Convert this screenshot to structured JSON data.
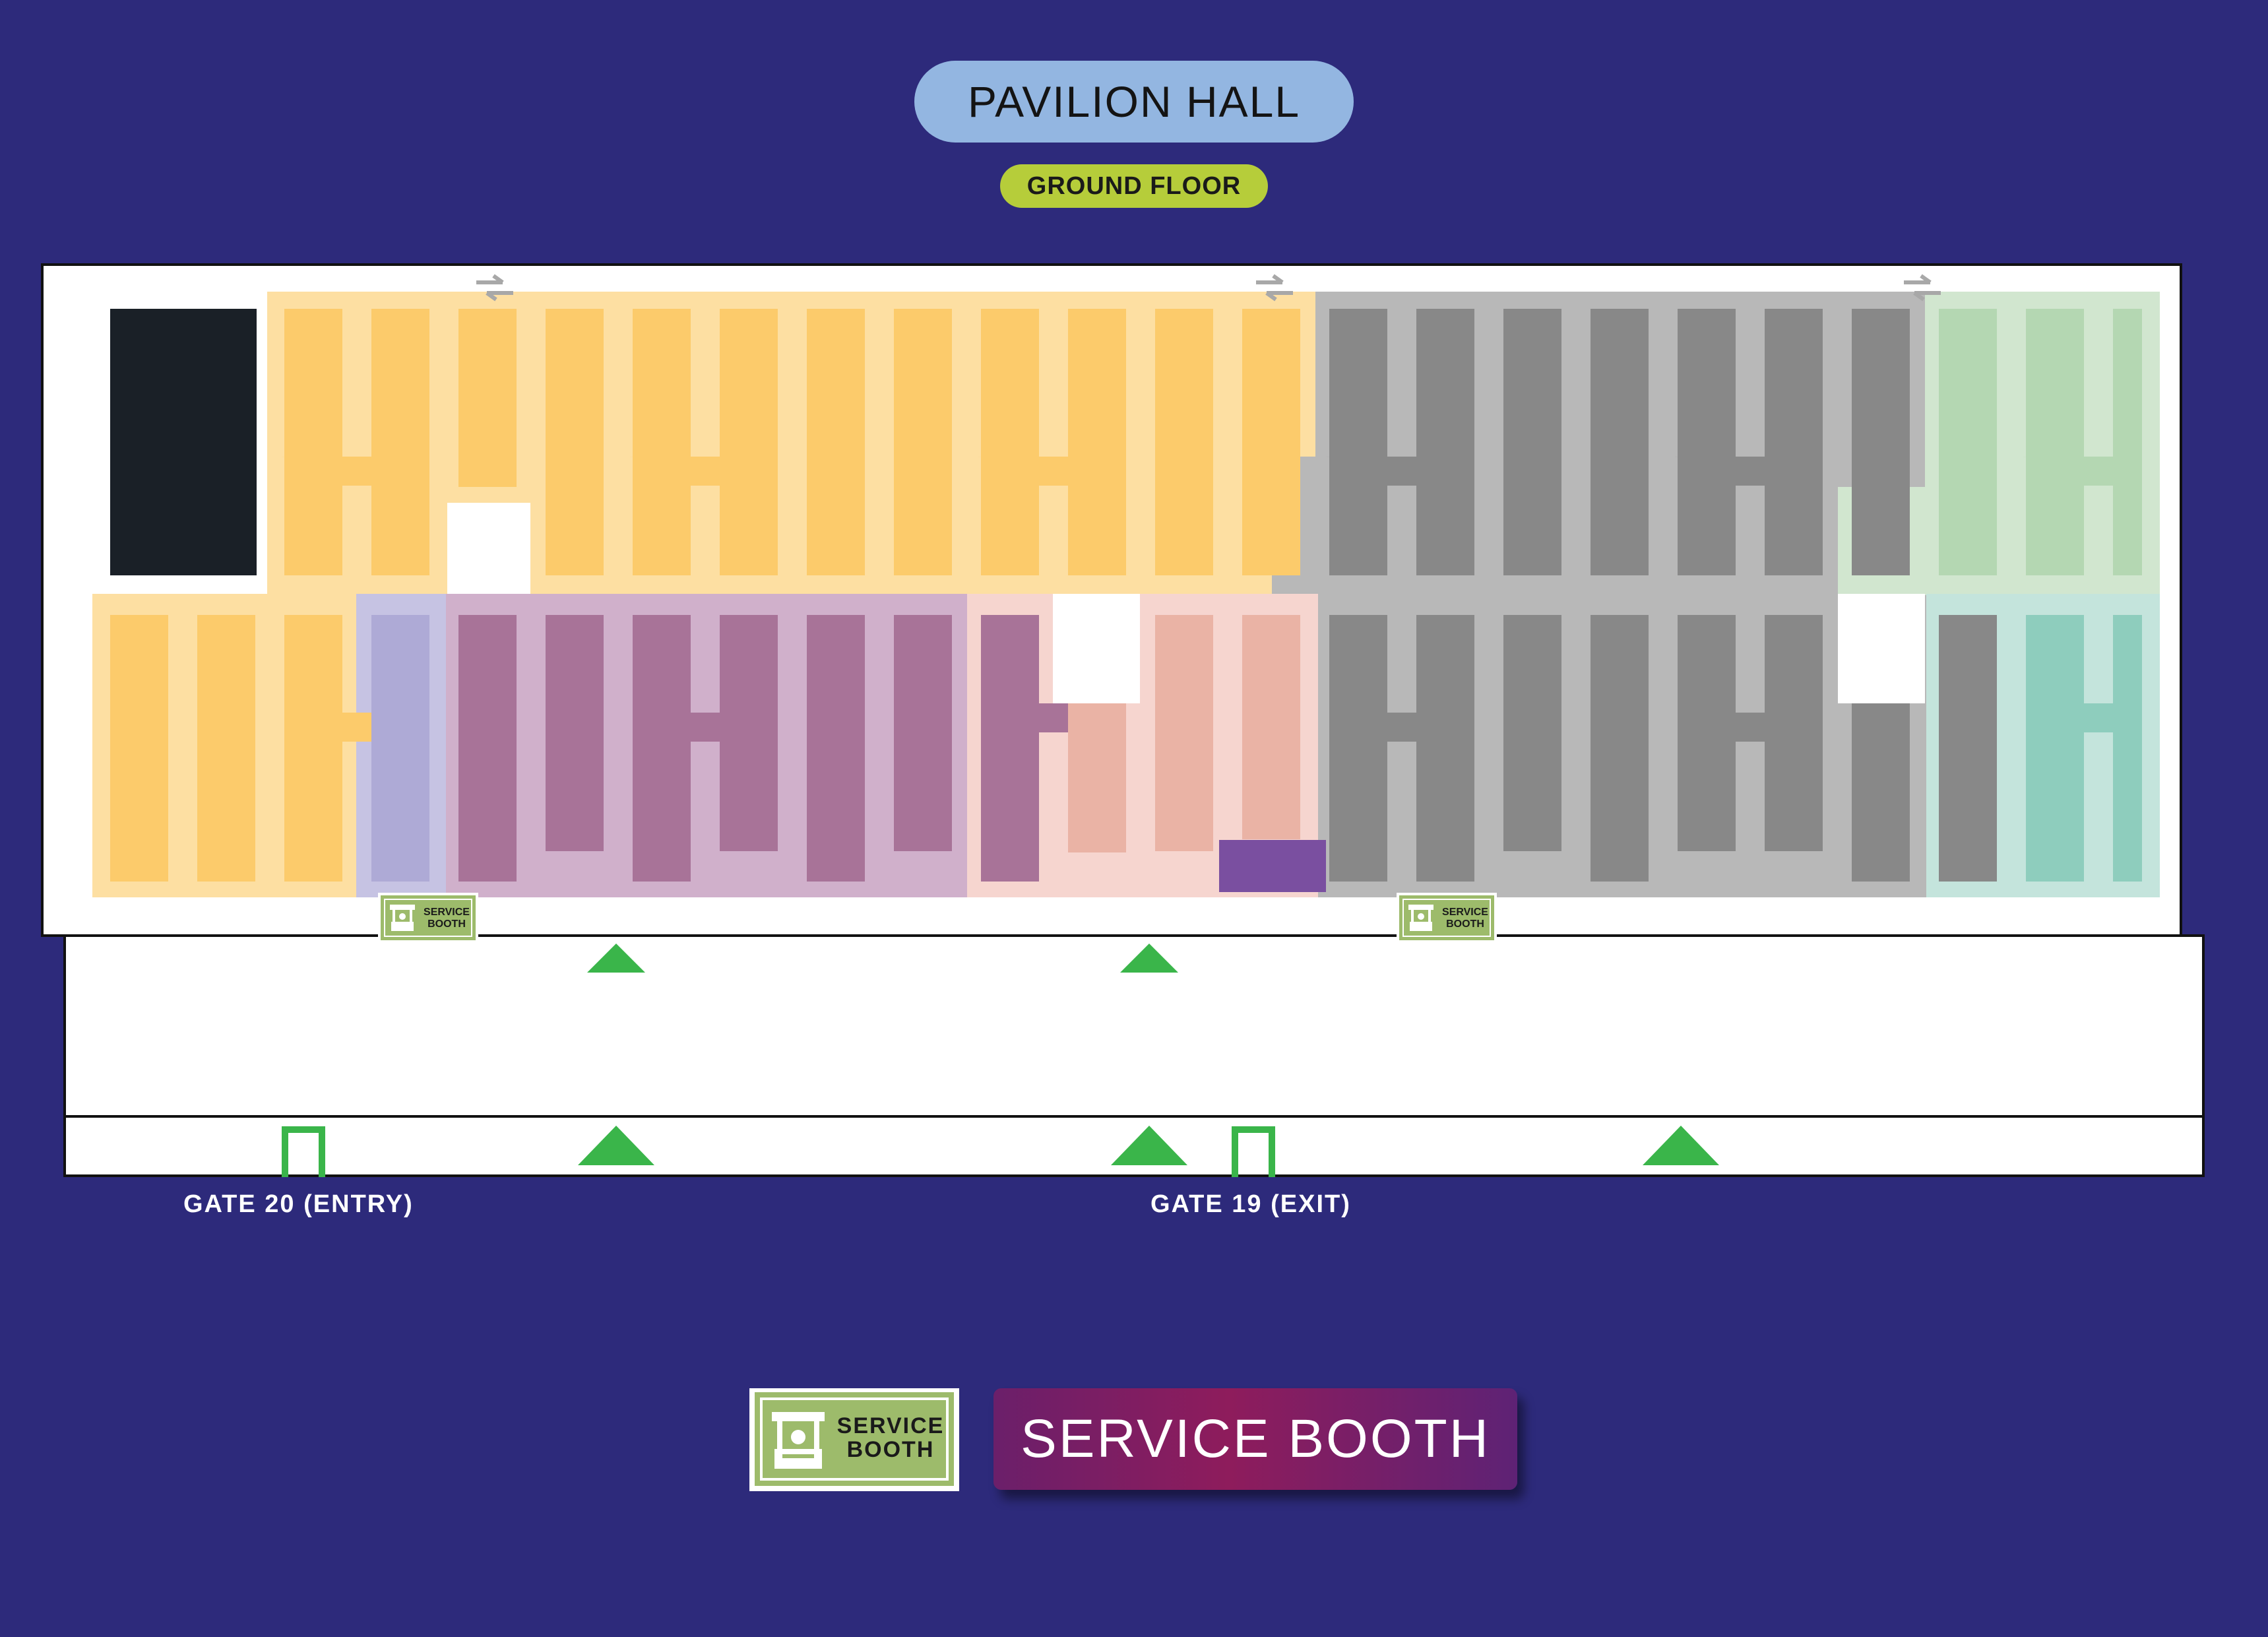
{
  "header": {
    "title": "PAVILION HALL",
    "floor": "GROUND FLOOR"
  },
  "map": {
    "booth_badge_line1": "SERVICE",
    "booth_badge_line2": "BOOTH",
    "gates": [
      {
        "label": "GATE 20 (ENTRY)"
      },
      {
        "label": "GATE 19 (EXIT)"
      }
    ]
  },
  "legend": {
    "icon_line1": "SERVICE",
    "icon_line2": "BOOTH",
    "label": "SERVICE BOOTH"
  },
  "colors": {
    "background": "#2d2a7b",
    "zone_orange": "#fddfa2",
    "stall_orange": "#fccb6b",
    "zone_gray": "#b8b8b8",
    "stall_gray": "#888888",
    "zone_purple": "#d0b0cb",
    "stall_purple": "#a87398",
    "zone_lavender": "#c6c3e3",
    "stall_lavender": "#aeaad6",
    "zone_salmon": "#f6d5cf",
    "stall_salmon": "#eab3a5",
    "zone_green": "#d1e6cf",
    "stall_green": "#b4d7b2",
    "zone_teal": "#c4e4dc",
    "stall_teal": "#8ecdbd",
    "arrow_green": "#3ab54a",
    "booth_green": "#9dbb6b",
    "dark_block": "#1a2027",
    "marker_purple": "#7a4fa0"
  }
}
